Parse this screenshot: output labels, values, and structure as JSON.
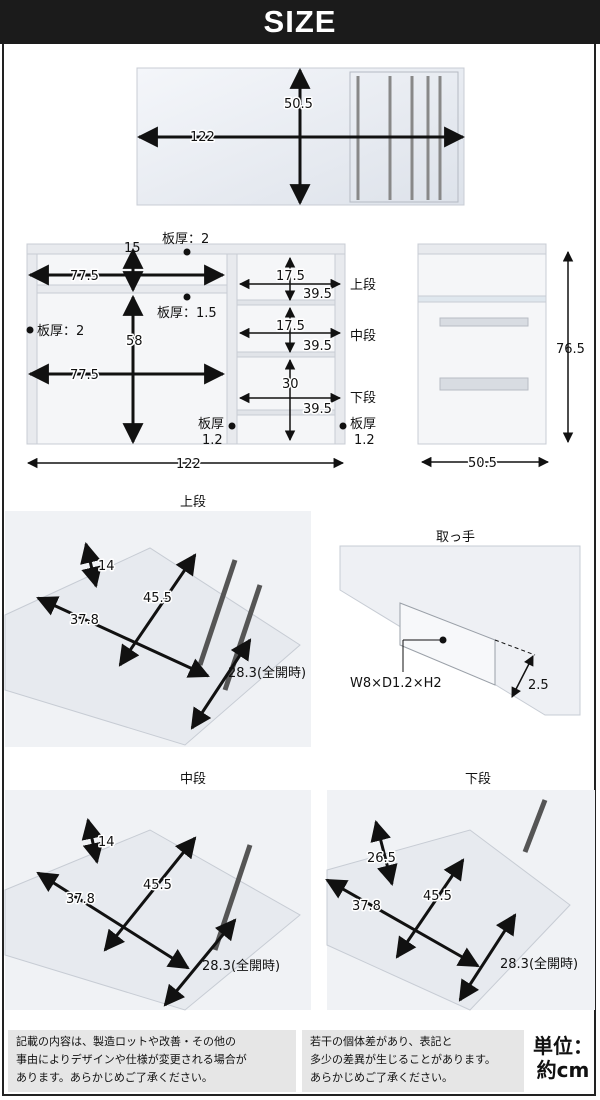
{
  "header": {
    "title": "SIZE"
  },
  "top_view": {
    "width": "122",
    "depth": "50.5"
  },
  "front_view": {
    "thickness_top": "板厚：2",
    "h15": "15",
    "w775a": "77.5",
    "thickness_mid": "板厚：1.5",
    "thickness_left": "板厚：2",
    "h58": "58",
    "w775b": "77.5",
    "d_upper_h": "17.5",
    "d_upper_w": "39.5",
    "label_upper": "上段",
    "d_mid_h": "17.5",
    "d_mid_w": "39.5",
    "label_mid": "中段",
    "d_low_h": "30",
    "d_low_w": "39.5",
    "label_low": "下段",
    "thick_left_a": "板厚",
    "thick_left_b": "1.2",
    "thick_right_a": "板厚",
    "thick_right_b": "1.2",
    "total_width": "122"
  },
  "side_view": {
    "height": "76.5",
    "depth": "50.5"
  },
  "detail_upper": {
    "title": "上段",
    "h": "14",
    "d": "45.5",
    "w": "37.8",
    "open": "28.3(全開時)"
  },
  "handle": {
    "title": "取っ手",
    "spec": "W8×D1.2×H2",
    "depth": "2.5"
  },
  "detail_mid": {
    "title": "中段",
    "h": "14",
    "d": "45.5",
    "w": "37.8",
    "open": "28.3(全開時)"
  },
  "detail_low": {
    "title": "下段",
    "h": "26.5",
    "d": "45.5",
    "w": "37.8",
    "open": "28.3(全開時)"
  },
  "notes": {
    "left": [
      "記載の内容は、製造ロットや改善・その他の",
      "事由によりデザインや仕様が変更される場合が",
      "あります。あらかじめご了承ください。"
    ],
    "right": [
      "若干の個体差があり、表記と",
      "多少の差異が生じることがあります。",
      "あらかじめご了承ください。"
    ]
  },
  "unit": {
    "line1": "単位：",
    "line2": "約cm"
  }
}
